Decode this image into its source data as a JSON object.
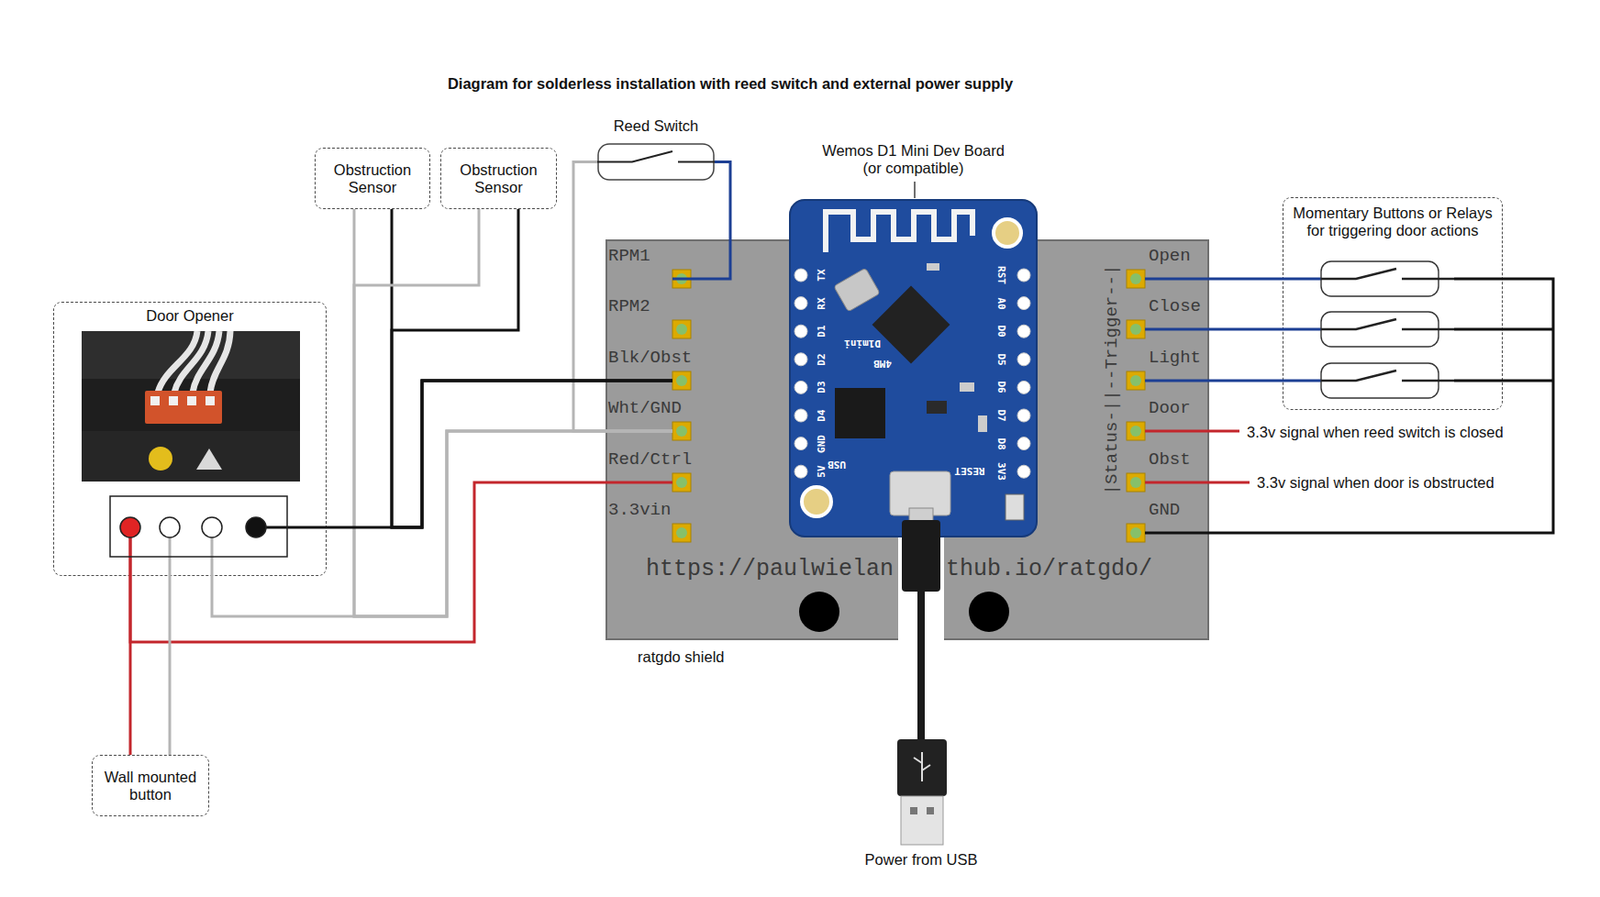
{
  "diagram": {
    "title": "Diagram for solderless installation with reed switch and external power supply",
    "nodes": [
      {
        "text": [
          "Obstruction Sensor"
        ]
      },
      {
        "text": [
          "Obstruction Sensor"
        ]
      },
      {
        "text": [
          "Reed Switch"
        ]
      },
      {
        "text": [
          "ratgdo shield"
        ]
      },
      {
        "text": [
          "Wemos D1 Mini Dev Board (or compatible)"
        ],
        "in": 3
      },
      {
        "text": [
          "Momentary Buttons or Relays for triggering door actions"
        ]
      },
      {
        "text": [
          "Door Opener"
        ]
      },
      {
        "text": [
          "Wall mounted button"
        ]
      }
    ],
    "edges": [
      {
        "from": 2,
        "to": 3,
        "arrow": "none"
      },
      {
        "from": 2,
        "to": 3,
        "arrow": "none"
      },
      {
        "from": 0,
        "to": 3,
        "arrow": "none"
      },
      {
        "from": 0,
        "to": 3,
        "arrow": "none"
      },
      {
        "from": 1,
        "to": 3,
        "arrow": "none"
      },
      {
        "from": 1,
        "to": 3,
        "arrow": "none"
      },
      {
        "from": 6,
        "to": 3,
        "arrow": "none"
      },
      {
        "from": 6,
        "to": 3,
        "arrow": "none"
      },
      {
        "from": 6,
        "to": 3,
        "arrow": "none"
      },
      {
        "from": 6,
        "to": 7,
        "arrow": "none"
      },
      {
        "from": 6,
        "to": 7,
        "arrow": "none"
      },
      {
        "from": 3,
        "to": 5,
        "arrow": "none"
      },
      {
        "from": 3,
        "to": 5,
        "arrow": "none"
      },
      {
        "from": 3,
        "to": 5,
        "arrow": "none"
      },
      {
        "from": 5,
        "to": 3,
        "arrow": "none"
      }
    ],
    "labels": [
      "RPM1",
      "RPM2",
      "Blk/Obst",
      "Wht/GND",
      "Red/Ctrl",
      "3.3vin",
      "Open",
      "Close",
      "Light",
      "Door",
      "Obst",
      "GND",
      "|Status-||--Trigger--|",
      "https://paulwielan",
      "thub.io/ratgdo/",
      "3.3v signal when reed switch is closed",
      "3.3v signal when door is obstructed",
      "Power from USB",
      "TX",
      "RX",
      "D1",
      "D2",
      "D3",
      "D4",
      "GND",
      "5V",
      "RST",
      "A0",
      "D0",
      "D5",
      "D6",
      "D7",
      "D8",
      "3V3",
      "D1mini",
      "4MB",
      "USB",
      "RESET"
    ]
  }
}
